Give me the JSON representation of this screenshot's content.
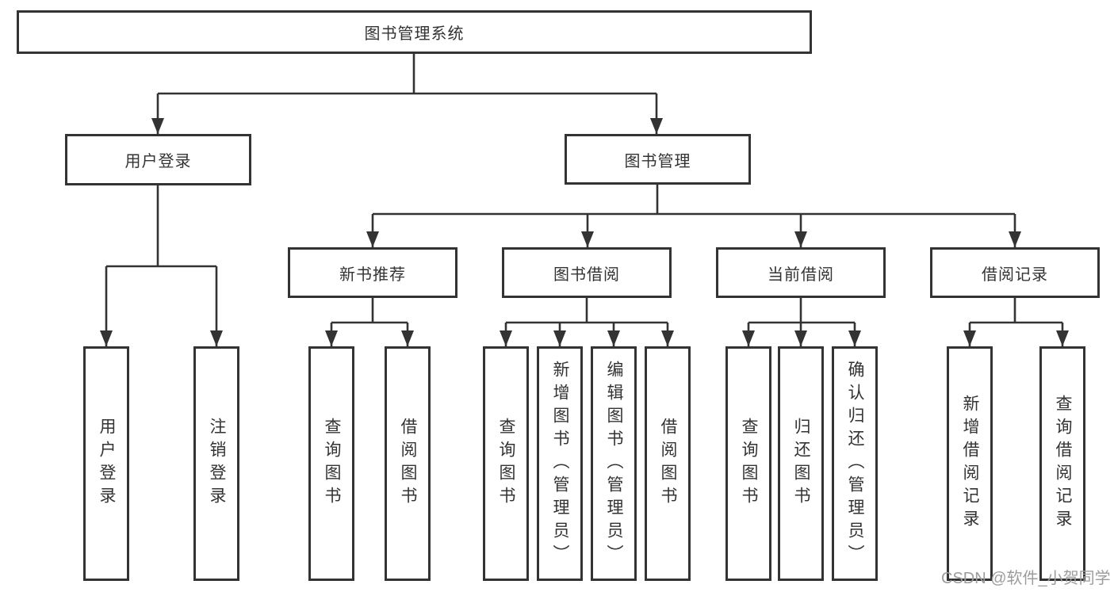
{
  "colors": {
    "line": "#333333",
    "text": "#333333",
    "box_bg": "#ffffff",
    "watermark": "#9c9c9c"
  },
  "watermark": {
    "text": "CSDN @软件_小贺同学"
  },
  "diagram": {
    "root": {
      "label": "图书管理系统"
    },
    "branches": [
      {
        "label": "用户登录",
        "children": [
          {
            "label": "用户登录"
          },
          {
            "label": "注销登录"
          }
        ]
      },
      {
        "label": "图书管理",
        "children": [
          {
            "label": "新书推荐",
            "children": [
              {
                "label": "查询图书"
              },
              {
                "label": "借阅图书"
              }
            ]
          },
          {
            "label": "图书借阅",
            "children": [
              {
                "label": "查询图书"
              },
              {
                "label": "新增图书（管理员）"
              },
              {
                "label": "编辑图书（管理员）"
              },
              {
                "label": "借阅图书"
              }
            ]
          },
          {
            "label": "当前借阅",
            "children": [
              {
                "label": "查询图书"
              },
              {
                "label": "归还图书"
              },
              {
                "label": "确认归还（管理员）"
              }
            ]
          },
          {
            "label": "借阅记录",
            "children": [
              {
                "label": "新增借阅记录"
              },
              {
                "label": "查询借阅记录"
              }
            ]
          }
        ]
      }
    ]
  }
}
